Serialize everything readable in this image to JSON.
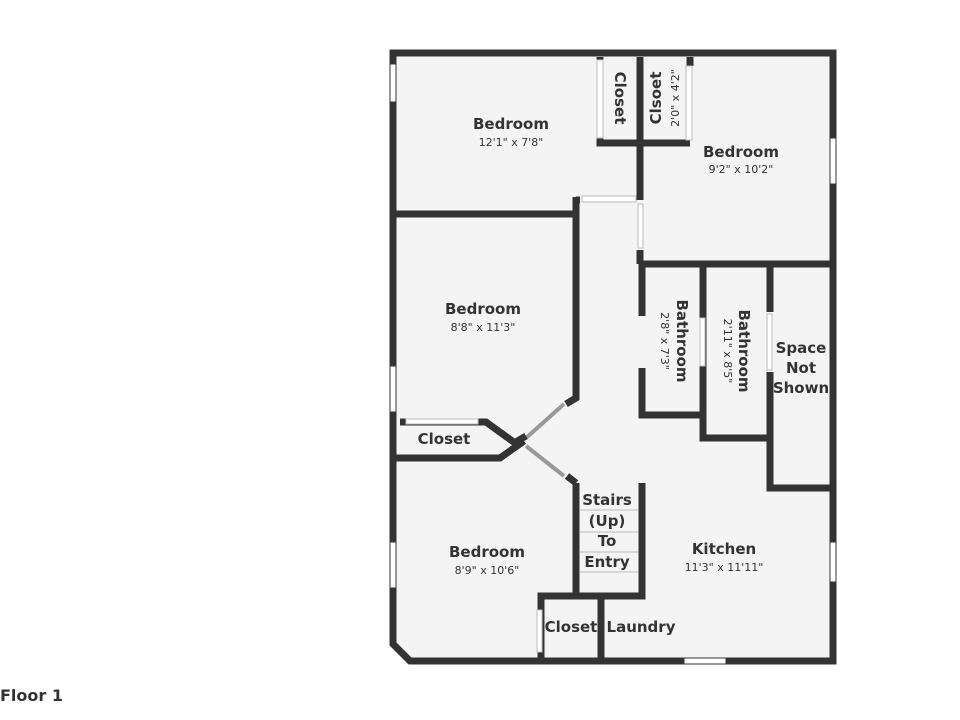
{
  "floor_label": "Floor 1",
  "rooms": {
    "bedroom_top": {
      "name": "Bedroom",
      "dim": "12'1\" x 7'8\""
    },
    "bedroom_right": {
      "name": "Bedroom",
      "dim": "9'2\" x 10'2\""
    },
    "bedroom_mid": {
      "name": "Bedroom",
      "dim": "8'8\" x 11'3\""
    },
    "bedroom_bottom": {
      "name": "Bedroom",
      "dim": "8'9\" x 10'6\""
    },
    "closet_top": {
      "name": "Closet"
    },
    "closet_small": {
      "name": "Clsoet",
      "dim": "2'0\" x 4'2\""
    },
    "bathroom_a": {
      "name": "Bathroom",
      "dim": "2'8\" x 7'3\""
    },
    "bathroom_b": {
      "name": "Bathroom",
      "dim": "2'11\" x 8'5\""
    },
    "space_not_shown": {
      "line1": "Space",
      "line2": "Not",
      "line3": "Shown"
    },
    "closet_mid": {
      "name": "Closet"
    },
    "stairs": {
      "line1": "Stairs",
      "line2": "(Up)",
      "line3": "To",
      "line4": "Entry"
    },
    "kitchen": {
      "name": "Kitchen",
      "dim": "11'3\" x 11'11\""
    },
    "closet_bottom": {
      "name": "Closet"
    },
    "laundry": {
      "name": "Laundry"
    }
  }
}
